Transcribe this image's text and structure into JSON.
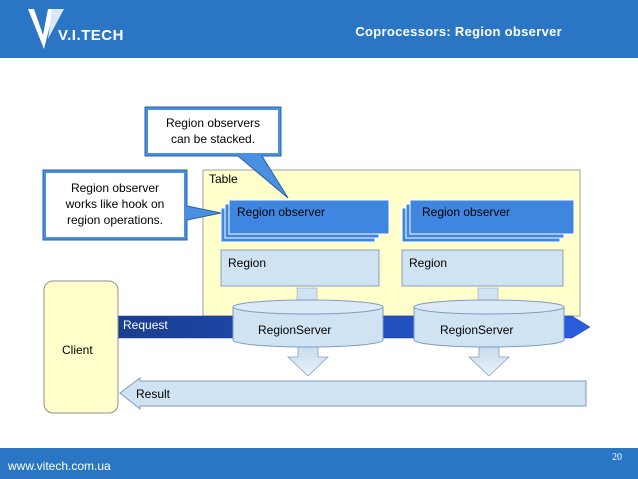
{
  "header": {
    "logo_text": "V.I.TECH",
    "title": "Coprocessors: Region observer"
  },
  "footer": {
    "url": "www.vitech.com.ua",
    "page_number": "20"
  },
  "colors": {
    "brand_blue": "#2a76c4",
    "table_fill": "#ffffcc",
    "observer_fill": "#3f86e0",
    "region_fill": "#cfe3f3",
    "callout_fill": "#4a90e2",
    "arrow_fill": "#1f4fc8"
  },
  "diagram": {
    "callout_stacked": [
      "Region observers",
      "can be stacked."
    ],
    "callout_hook": [
      "Region observer",
      "works like hook on",
      "region operations."
    ],
    "table_label": "Table",
    "observer_left": "Region observer",
    "observer_right": "Region observer",
    "region_left": "Region",
    "region_right": "Region",
    "server_left": "RegionServer",
    "server_right": "RegionServer",
    "client_label": "Client",
    "request_label": "Request",
    "result_label": "Result"
  }
}
